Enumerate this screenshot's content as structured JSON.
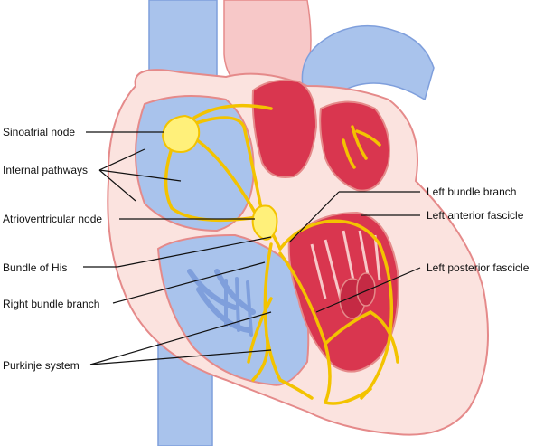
{
  "labels": {
    "sinoatrial_node": "Sinoatrial node",
    "internal_pathways": "Internal pathways",
    "atrioventricular_node": "Atrioventricular node",
    "bundle_of_his": "Bundle of His",
    "right_bundle_branch": "Right bundle branch",
    "purkinje_system": "Purkinje system",
    "left_bundle_branch": "Left bundle branch",
    "left_anterior_fascicle": "Left anterior fascicle",
    "left_posterior_fascicle": "Left posterior fascicle"
  },
  "colors": {
    "right_side_blue": "#a9c3ec",
    "right_side_blue_dark": "#7f9fdc",
    "left_side_red": "#d9364f",
    "tissue_pink": "#fbe3df",
    "tissue_outline": "#e58a8a",
    "conduction_yellow": "#f3c300",
    "node_yellow": "#fff07a",
    "leader_line": "#111111"
  }
}
